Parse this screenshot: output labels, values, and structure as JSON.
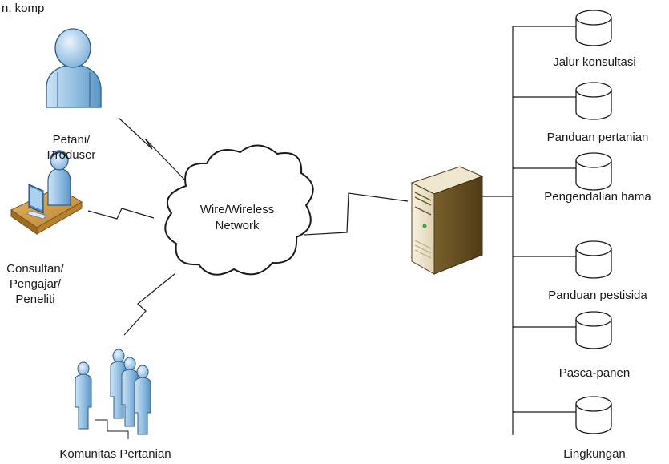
{
  "header": {
    "clipped_text": "n, komp"
  },
  "clients": {
    "farmer": {
      "label_line1": "Petani/",
      "label_line2": "Produser"
    },
    "consultant": {
      "label_line1": "Consultan/",
      "label_line2": "Pengajar/",
      "label_line3": "Peneliti"
    },
    "community": {
      "label": "Komunitas Pertanian"
    }
  },
  "network": {
    "line1": "Wire/Wireless",
    "line2": "Network"
  },
  "databases": [
    {
      "label": "Jalur konsultasi"
    },
    {
      "label": "Panduan pertanian"
    },
    {
      "label": "Pengendalian hama"
    },
    {
      "label": "Panduan pestisida"
    },
    {
      "label": "Pasca-panen"
    },
    {
      "label": "Lingkungan"
    }
  ]
}
